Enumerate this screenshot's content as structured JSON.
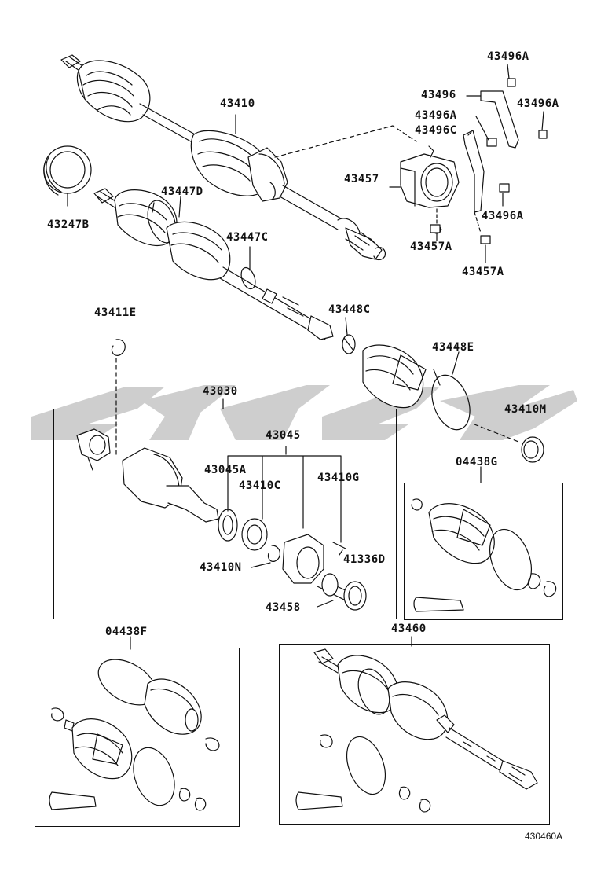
{
  "diagram": {
    "labels": {
      "p43496A_top": "43496A",
      "p43496": "43496",
      "p43496A_right": "43496A",
      "p43496A_mid": "43496A",
      "p43496C": "43496C",
      "p43410": "43410",
      "p43457": "43457",
      "p43496A_low": "43496A",
      "p43247B": "43247B",
      "p43447D": "43447D",
      "p43447C": "43447C",
      "p43457A_left": "43457A",
      "p43457A_right": "43457A",
      "p43411E": "43411E",
      "p43448C": "43448C",
      "p43448E": "43448E",
      "p43030": "43030",
      "p43045": "43045",
      "p43410M": "43410M",
      "p43045A": "43045A",
      "p43410C": "43410C",
      "p43410G": "43410G",
      "p04438G": "04438G",
      "p43410N": "43410N",
      "p41336D": "41336D",
      "p43458": "43458",
      "p04438F": "04438F",
      "p43460": "43460"
    },
    "reference": "430460A",
    "colors": {
      "line": "#111111",
      "watermark": "#c8c8c8"
    }
  }
}
